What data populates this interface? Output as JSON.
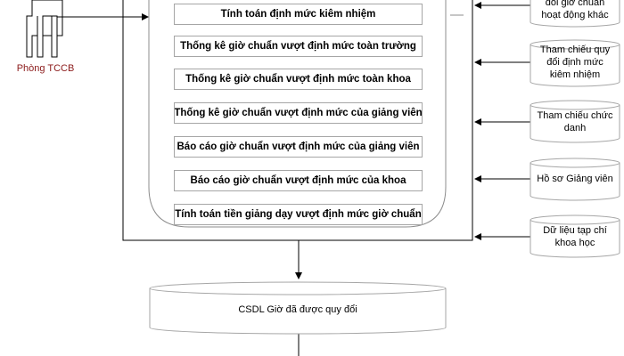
{
  "actor": {
    "label": "Phòng TCCB",
    "icon": "person-icon"
  },
  "functions": [
    "Tính toán định mức kiêm nhiệm",
    "Thống kê giờ chuẩn vượt định mức toàn trường",
    "Thống kê giờ chuẩn vượt định mức toàn khoa",
    "Thống kê giờ chuẩn vượt định mức của giảng viên",
    "Báo cáo giờ chuẩn vượt định mức của giảng viên",
    "Báo cáo giờ chuẩn vượt định mức của khoa",
    "Tính toán tiền giảng dạy vượt định mức giờ chuẩn"
  ],
  "data_sources": [
    {
      "line1": "đổi giờ chuẩn",
      "line2": "hoạt động khác"
    },
    {
      "line1": "Tham chiếu quy",
      "line2": "đổi định mức",
      "line3": "kiêm nhiệm"
    },
    {
      "line1": "Tham chiếu chức",
      "line2": "danh"
    },
    {
      "line1": "Hồ sơ Giảng viên"
    },
    {
      "line1": "Dữ liệu tạp chí",
      "line2": "khoa học"
    }
  ],
  "output_db": {
    "label": "CSDL Giờ đã được quy đổi"
  },
  "colors": {
    "actor_label": "#8b1a1a",
    "border": "#000000",
    "box_border": "#a6a6a6"
  }
}
